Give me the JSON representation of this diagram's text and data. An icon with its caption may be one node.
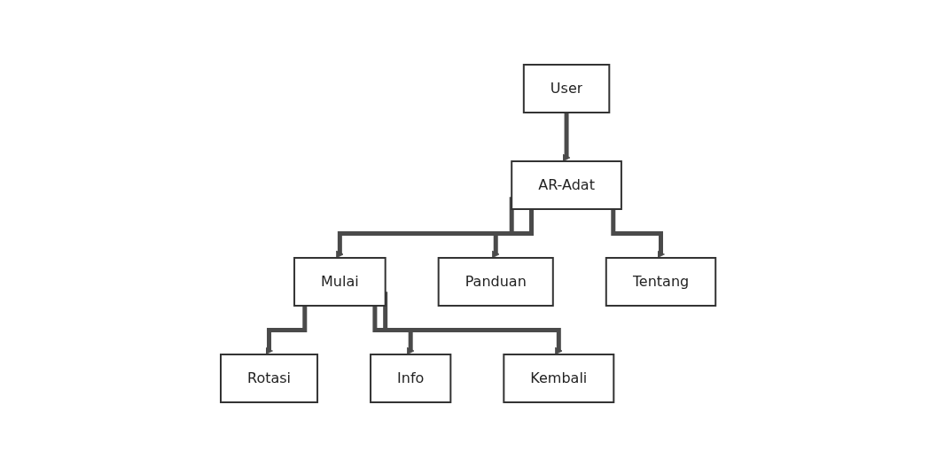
{
  "diagram": {
    "nodes": [
      {
        "text": [
          "User"
        ]
      },
      {
        "text": [
          "AR-Adat"
        ]
      },
      {
        "text": [
          "Mulai"
        ]
      },
      {
        "text": [
          "Panduan"
        ]
      },
      {
        "text": [
          "Tentang"
        ]
      },
      {
        "text": [
          "Rotasi"
        ]
      },
      {
        "text": [
          "Info"
        ]
      },
      {
        "text": [
          "Kembali"
        ]
      }
    ],
    "edges": [
      {
        "from": 0,
        "to": 1,
        "arrow": "to"
      },
      {
        "from": 1,
        "to": 2,
        "arrow": "to"
      },
      {
        "from": 1,
        "to": 3,
        "arrow": "to"
      },
      {
        "from": 1,
        "to": 4,
        "arrow": "to"
      },
      {
        "from": 2,
        "to": 5,
        "arrow": "to"
      },
      {
        "from": 2,
        "to": 6,
        "arrow": "to"
      },
      {
        "from": 2,
        "to": 7,
        "arrow": "to"
      }
    ]
  }
}
